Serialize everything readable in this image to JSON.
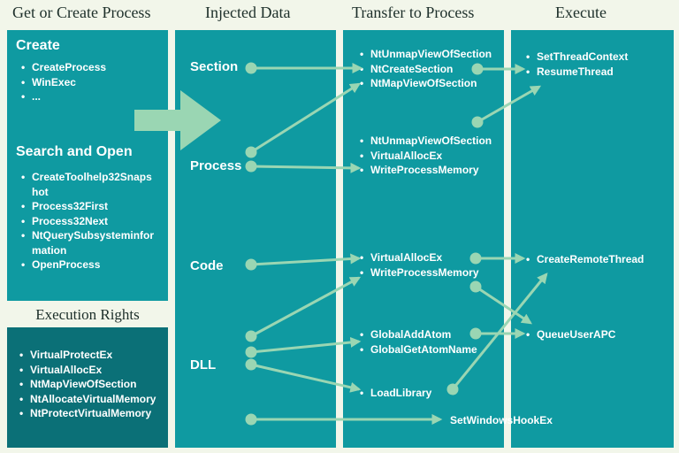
{
  "headers": {
    "get_or_create": "Get or Create Process",
    "injected": "Injected Data",
    "transfer": "Transfer to Process",
    "execute": "Execute"
  },
  "get_panel": {
    "create_title": "Create",
    "create_items": [
      "CreateProcess",
      "WinExec",
      "..."
    ],
    "search_title": "Search and Open",
    "search_items": [
      "CreateToolhelp32Snaps hot",
      "Process32First",
      "Process32Next",
      "NtQuerySubsysteminfor mation",
      "OpenProcess"
    ]
  },
  "rights_panel": {
    "title": "Execution Rights",
    "items": [
      "VirtualProtectEx",
      "VirtualAllocEx",
      "NtMapViewOfSection",
      "NtAllocateVirtualMemory",
      "NtProtectVirtualMemory"
    ]
  },
  "injected": {
    "section": "Section",
    "process": "Process",
    "code": "Code",
    "dll": "DLL"
  },
  "transfer": {
    "group1": [
      "NtUnmapViewOfSection",
      "NtCreateSection",
      "NtMapViewOfSection"
    ],
    "group2": [
      "NtUnmapViewOfSection",
      "VirtualAllocEx",
      "WriteProcessMemory"
    ],
    "group3": [
      "VirtualAllocEx",
      "WriteProcessMemory"
    ],
    "group4": [
      "GlobalAddAtom",
      "GlobalGetAtomName"
    ],
    "group5": [
      "LoadLibrary"
    ],
    "hook": "SetWindowsHookEx"
  },
  "execute": {
    "group1": [
      "SetThreadContext",
      "ResumeThread"
    ],
    "group2": [
      "CreateRemoteThread"
    ],
    "group3": [
      "QueueUserAPC"
    ]
  },
  "colors": {
    "panel": "#0f9aa1",
    "panel_dark": "#0b7077",
    "arrow": "#9ad6b3",
    "background": "#f2f6ea"
  }
}
